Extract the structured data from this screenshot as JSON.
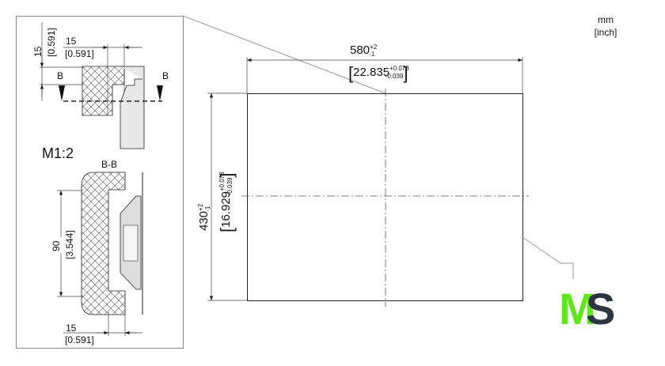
{
  "units": {
    "primary": "mm",
    "secondary": "[inch]"
  },
  "detail": {
    "scale": "M1:2",
    "section_label": "B",
    "section_title": "B-B",
    "dim_top_15": {
      "mm": "15",
      "inch": "[0.591]"
    },
    "dim_side_15": {
      "mm": "15",
      "inch": "[0.591]"
    },
    "dim_90": {
      "mm": "90",
      "inch": "[3.544]"
    },
    "dim_bottom_15": {
      "mm": "15",
      "inch": "[0.591]"
    }
  },
  "main": {
    "width": {
      "mm": "580",
      "mm_tol_plus": "+2",
      "mm_tol_minus": "-1",
      "inch_open": "[",
      "inch": "22.835",
      "inch_tol_plus": "+0.078",
      "inch_tol_minus": "-0.039",
      "inch_close": "]"
    },
    "height": {
      "mm": "430",
      "mm_tol_plus": "+2",
      "mm_tol_minus": "-1",
      "inch_open": "[",
      "inch": "16.929",
      "inch_tol_plus": "+0.078",
      "inch_tol_minus": "-0.039",
      "inch_close": "]"
    }
  },
  "logo": {
    "letter1": "M",
    "letter2": "S",
    "color1": "#5ee81a",
    "color2": "#2b3544"
  }
}
